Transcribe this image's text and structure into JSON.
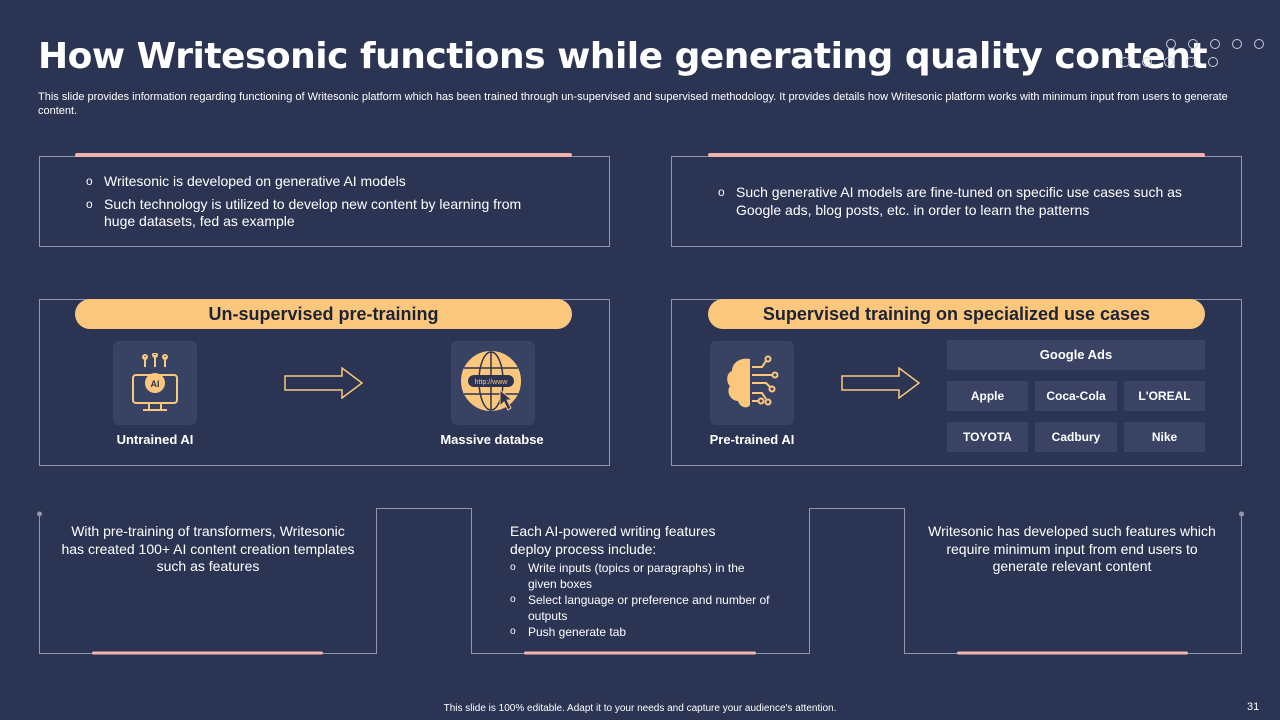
{
  "title": "How Writesonic functions while generating quality content",
  "subtitle": "This slide provides information regarding functioning of Writesonic platform which has been trained through un-supervised and supervised methodology. It provides details how Writesonic platform works with minimum input from users to generate content.",
  "top_left": {
    "bullets": [
      "Writesonic is developed on generative AI models",
      "Such technology is utilized to develop new content by learning from huge datasets, fed as example"
    ]
  },
  "top_right": {
    "bullets": [
      "Such generative AI models are fine-tuned on specific use cases such as Google ads, blog posts, etc. in order to learn the patterns"
    ]
  },
  "unsupervised": {
    "heading": "Un-supervised pre-training",
    "untrained_label": "Untrained AI",
    "database_label": "Massive databse",
    "url_text": "http://www"
  },
  "supervised": {
    "heading": "Supervised training on specialized use cases",
    "pretrained_label": "Pre-trained AI",
    "google_ads": "Google Ads",
    "brands_row1": [
      "Apple",
      "Coca-Cola",
      "L'OREAL"
    ],
    "brands_row2": [
      "TOYOTA",
      "Cadbury",
      "Nike"
    ]
  },
  "bottom": {
    "left": "With pre-training of transformers, Writesonic has created 100+ AI content creation templates such as features",
    "middle_intro": "Each AI-powered writing features deploy process include:",
    "middle_bullets": [
      "Write inputs (topics or paragraphs) in the given boxes",
      "Select language or preference and number of outputs",
      "Push generate tab"
    ],
    "right": "Writesonic has developed such features which require minimum input from end users to generate relevant content"
  },
  "footer": "This slide is 100% editable. Adapt it to your needs and capture your audience's attention.",
  "page_number": "31",
  "colors": {
    "background": "#2b3452",
    "accent_pill": "#fbc77d",
    "accent_line": "#f2b3ae",
    "border": "#8f97ad"
  }
}
